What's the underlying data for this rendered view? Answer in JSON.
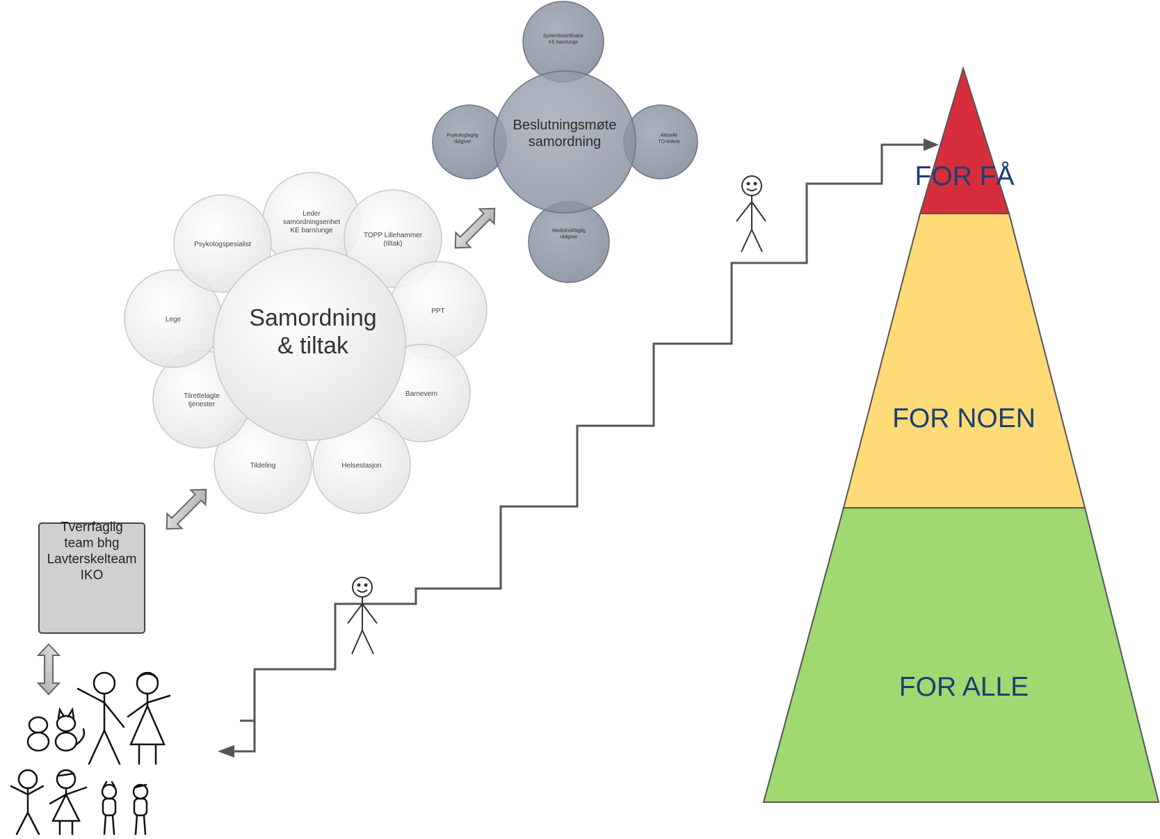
{
  "pyramid": {
    "levels": [
      {
        "label": "FOR FÅ",
        "color": "#d62e3c"
      },
      {
        "label": "FOR NOEN",
        "color": "#fedb77"
      },
      {
        "label": "FOR ALLE",
        "color": "#a0d872"
      }
    ],
    "text_color": "#1b3f73"
  },
  "decision_meeting": {
    "center": "Beslutningsmøte\nsamordning",
    "top": "Systemkoordinator\nKE barn/unge",
    "left": "Psykologfaglig\nrådgiver",
    "right": "Aktuelle\nTO-ledere",
    "bottom": "Medisinskfaglig\nrådgiver"
  },
  "coordination": {
    "center": "Samordning\n& tiltak",
    "members": [
      "Leder\nsamordningsenhet\nKE barn/unge",
      "TOPP Lillehammer\n(tiltak)",
      "PPT",
      "Barnevern",
      "Helsestasjon",
      "Tildeling",
      "Tilrettelagte\ntjenester",
      "Lege",
      "Psykologspesialist"
    ]
  },
  "team_box": {
    "label": "Tverrfaglig\nteam bhg\nLavterskelteam\nIKO"
  }
}
